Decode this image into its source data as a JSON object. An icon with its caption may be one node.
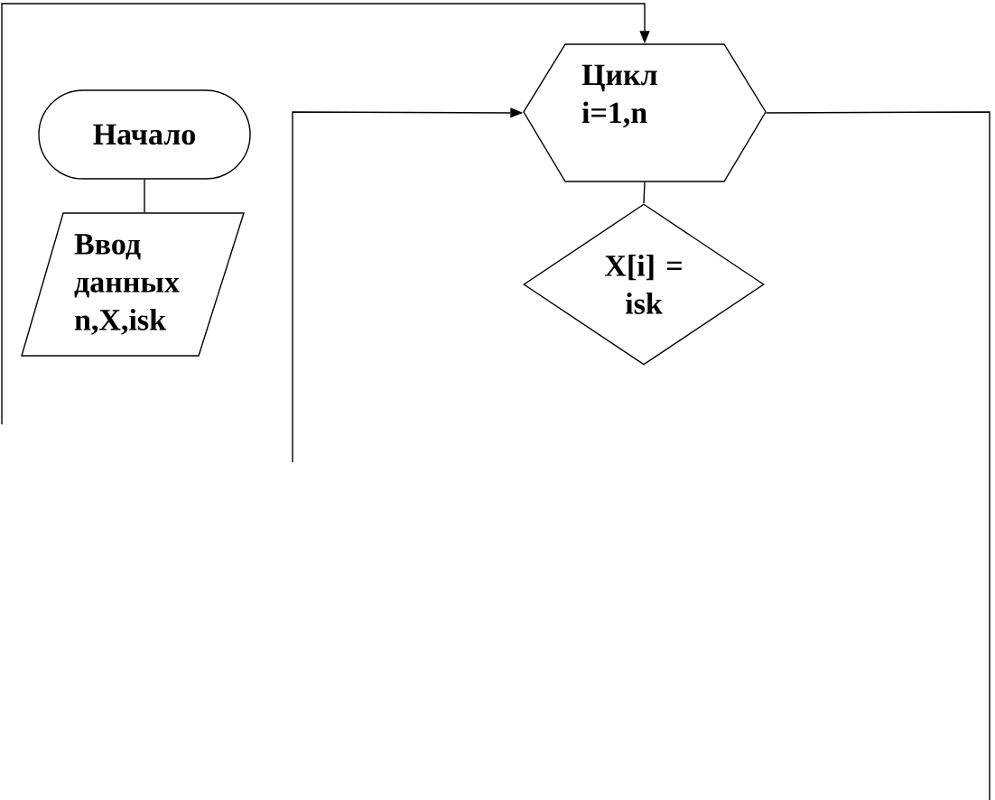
{
  "diagram": {
    "nodes": [
      {
        "text": [
          "Начало"
        ]
      },
      {
        "text": [
          "Ввод данных n,X,isk"
        ]
      },
      {
        "text": [
          "Цикл i=1,n"
        ]
      },
      {
        "text": [
          "X[i] = isk"
        ]
      }
    ],
    "edges": [
      {
        "from": 0,
        "to": 1,
        "arrow": "none"
      },
      {
        "from": null,
        "to": 2,
        "arrow": "to"
      },
      {
        "from": null,
        "to": 2,
        "arrow": "to"
      },
      {
        "from": 2,
        "to": 3,
        "arrow": "none"
      },
      {
        "from": 2,
        "to": null,
        "arrow": "none"
      }
    ]
  }
}
